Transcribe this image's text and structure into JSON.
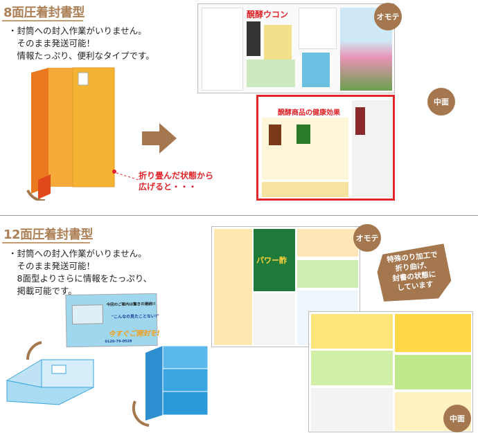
{
  "section8": {
    "title": "8面圧着封書型",
    "bullets": [
      "・封筒への封入作業がいりません。",
      "　そのまま発送可能！",
      "　情報たっぷり、便利なタイプです。"
    ],
    "unfold_note": [
      "折り畳んだ状態から",
      "広げると・・・"
    ],
    "front_label": "オモテ",
    "inside_label": "中面",
    "front_headline": "醗酵ウコン",
    "inside_headline": "醗酵商品の健康効果"
  },
  "section12": {
    "title": "12面圧着封書型",
    "bullets": [
      "・封筒への封入作業がいりません。",
      "　そのまま発送可能！",
      "　8面型よりさらに情報をたっぷり、",
      "　掲載可能です。"
    ],
    "envelope": {
      "top": "今回のご案内は驚きの連続!!",
      "quote": "\"こんなの見たことない!\"",
      "cta": "今すぐご開封を!",
      "phone": "0120-79-0528"
    },
    "front_label": "オモテ",
    "inside_label": "中面",
    "front_headline": "パワー酢",
    "callout": [
      "特殊のり加工で",
      "折り曲げ、",
      "封書の状態に",
      "しています"
    ]
  },
  "colors": {
    "accent": "#ad8157",
    "orange": "#f5b333",
    "blue": "#3aa6e0",
    "red": "#e0262b"
  }
}
